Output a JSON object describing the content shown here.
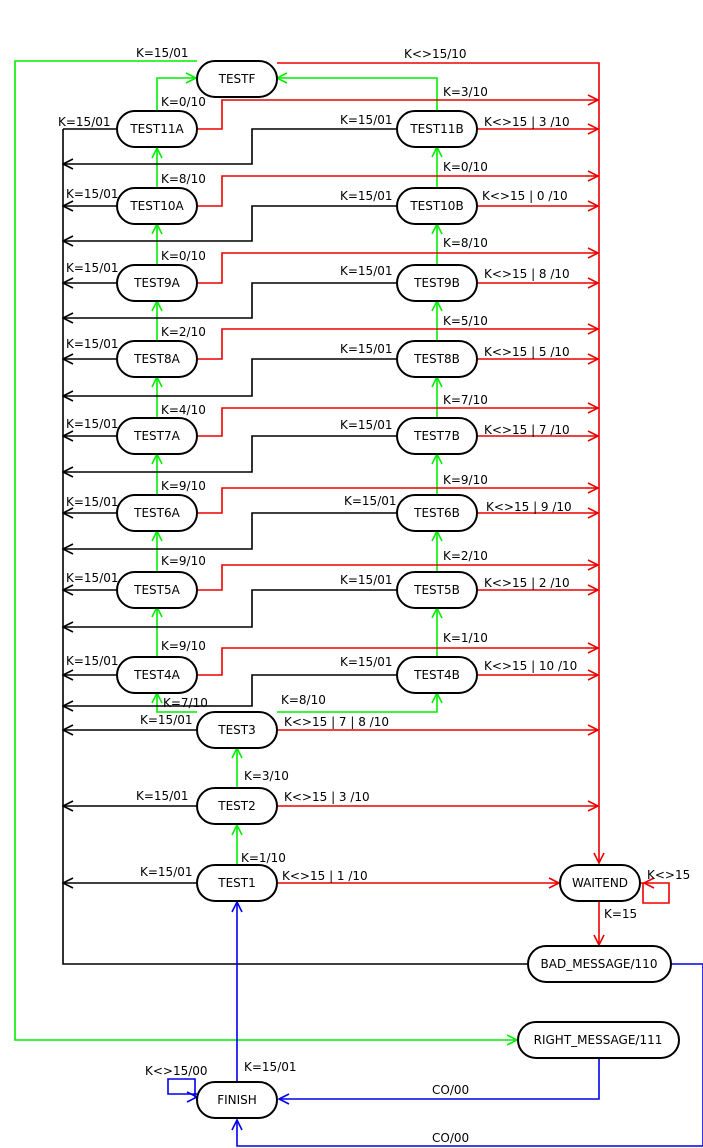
{
  "colors": {
    "green": "#00ee00",
    "red": "#ee0000",
    "black": "#000000",
    "blue": "#0000ee"
  },
  "states": {
    "testf": "TESTF",
    "test11a": "TEST11A",
    "test11b": "TEST11B",
    "test10a": "TEST10A",
    "test10b": "TEST10B",
    "test9a": "TEST9A",
    "test9b": "TEST9B",
    "test8a": "TEST8A",
    "test8b": "TEST8B",
    "test7a": "TEST7A",
    "test7b": "TEST7B",
    "test6a": "TEST6A",
    "test6b": "TEST6B",
    "test5a": "TEST5A",
    "test5b": "TEST5B",
    "test4a": "TEST4A",
    "test4b": "TEST4B",
    "test3": "TEST3",
    "test2": "TEST2",
    "test1": "TEST1",
    "waitend": "WAITEND",
    "bad_message": "BAD_MESSAGE/110",
    "right_message": "RIGHT_MESSAGE/111",
    "finish": "FINISH"
  },
  "labels": {
    "testf_k15": "K=15/01",
    "testf_kne": "K<>15/10",
    "t11a_ok": "K=0/10",
    "t11a_k15": "K=15/01",
    "t11b_ok": "K=3/10",
    "t11b_k15": "K=15/01",
    "t11b_err": "K<>15 | 3 /10",
    "t10a_ok": "K=8/10",
    "t10a_k15": "K=15/01",
    "t10b_ok": "K=0/10",
    "t10b_k15": "K=15/01",
    "t10b_err": "K<>15 | 0 /10",
    "t9a_ok": "K=0/10",
    "t9a_k15": "K=15/01",
    "t9b_ok": "K=8/10",
    "t9b_k15": "K=15/01",
    "t9b_err": "K<>15 | 8 /10",
    "t8a_ok": "K=2/10",
    "t8a_k15": "K=15/01",
    "t8b_ok": "K=5/10",
    "t8b_k15": "K=15/01",
    "t8b_err": "K<>15 | 5 /10",
    "t7a_ok": "K=4/10",
    "t7a_k15": "K=15/01",
    "t7b_ok": "K=7/10",
    "t7b_k15": "K=15/01",
    "t7b_err": "K<>15 | 7 /10",
    "t6a_ok": "K=9/10",
    "t6a_k15": "K=15/01",
    "t6b_ok": "K=9/10",
    "t6b_k15": "K=15/01",
    "t6b_err": "K<>15 | 9 /10",
    "t5a_ok": "K=9/10",
    "t5a_k15": "K=15/01",
    "t5b_ok": "K=2/10",
    "t5b_k15": "K=15/01",
    "t5b_err": "K<>15 | 2 /10",
    "t4a_ok": "K=9/10",
    "t4a_k15": "K=15/01",
    "t4b_ok": "K=1/10",
    "t4b_k15": "K=15/01",
    "t4b_err": "K<>15 | 10 /10",
    "t3_ok_a": "K=7/10",
    "t3_ok_b": "K=8/10",
    "t3_k15": "K=15/01",
    "t3_err": "K<>15 | 7 | 8 /10",
    "t2_ok": "K=3/10",
    "t2_k15": "K=15/01",
    "t2_err": "K<>15 | 3 /10",
    "t1_ok": "K=1/10",
    "t1_k15": "K=15/01",
    "t1_err": "K<>15 | 1 /10",
    "waitend_loop": "K<>15",
    "waitend_k15": "K=15",
    "finish_loop": "K<>15/00",
    "finish_k15": "K=15/01",
    "co_right": "CO/00",
    "co_bad": "CO/00"
  }
}
